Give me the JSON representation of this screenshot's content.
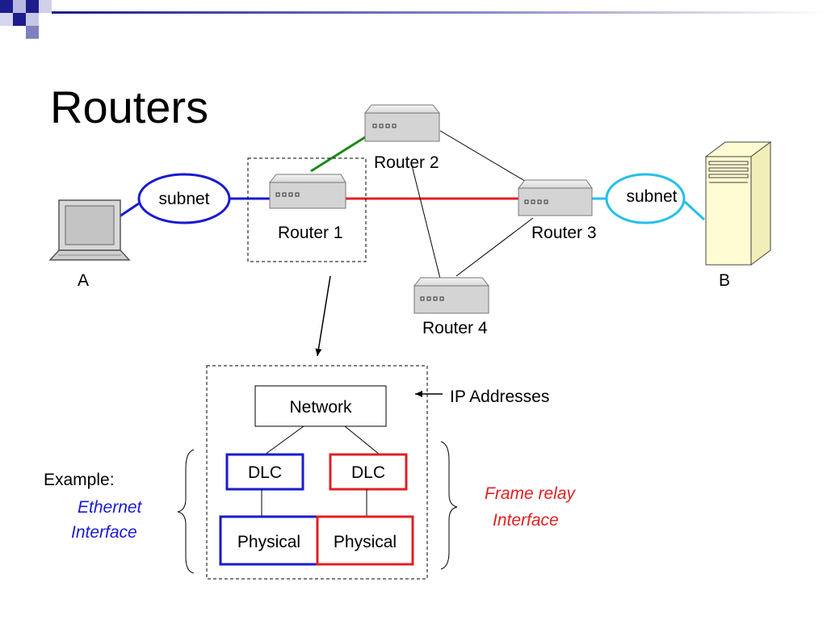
{
  "slide": {
    "title": "Routers",
    "colors": {
      "header_blue": "#1c1c8c",
      "ethernet_blue": "#1a1ad0",
      "frame_relay_red": "#e02020",
      "subnet_cyan": "#22c0e8",
      "green_link": "#1a8a1a",
      "server_fill": "#fffbd2"
    }
  },
  "network": {
    "routers": [
      {
        "id": "r1",
        "label": "Router 1"
      },
      {
        "id": "r2",
        "label": "Router 2"
      },
      {
        "id": "r3",
        "label": "Router 3"
      },
      {
        "id": "r4",
        "label": "Router 4"
      }
    ],
    "subnet_left": "subnet",
    "subnet_right": "subnet",
    "host_a": "A",
    "host_b": "B",
    "links": [
      {
        "from": "r1",
        "to": "r2",
        "style": "green"
      },
      {
        "from": "r1",
        "to": "r3",
        "style": "red"
      },
      {
        "from": "r2",
        "to": "r3",
        "style": "thin"
      },
      {
        "from": "r2",
        "to": "r4",
        "style": "thin"
      },
      {
        "from": "r4",
        "to": "r3",
        "style": "thin"
      }
    ]
  },
  "stack": {
    "network": "Network",
    "dlc_left": "DLC",
    "dlc_right": "DLC",
    "physical_left": "Physical",
    "physical_right": "Physical",
    "ip_addresses": "IP Addresses",
    "example": "Example:",
    "ethernet_1": "Ethernet",
    "ethernet_2": "Interface",
    "frame_relay_1": "Frame relay",
    "frame_relay_2": "Interface"
  }
}
